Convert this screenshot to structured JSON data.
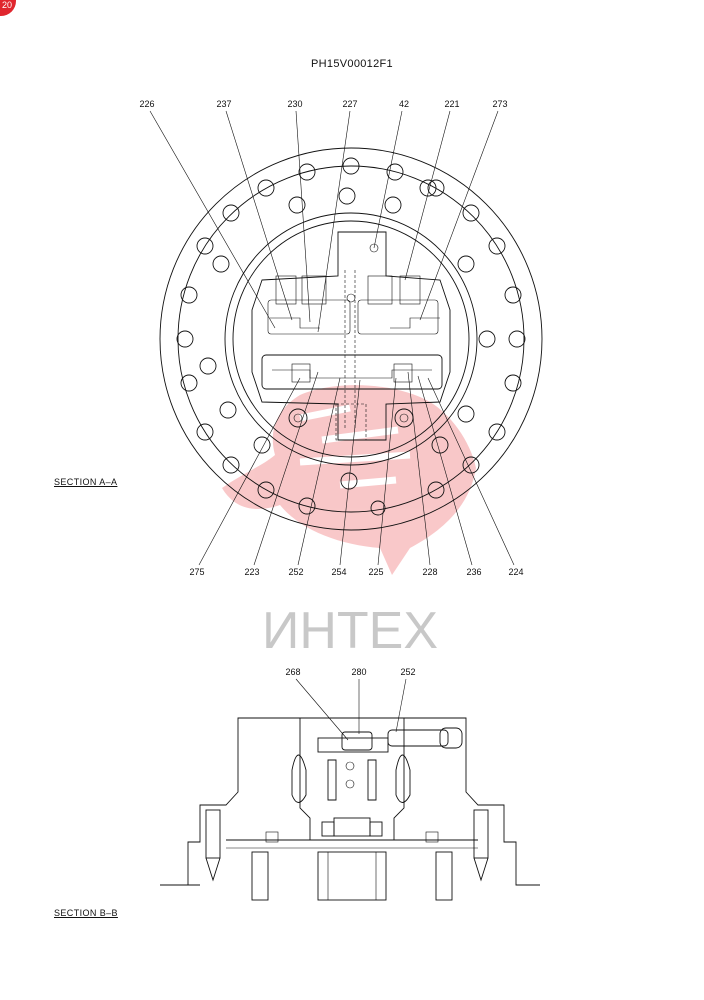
{
  "badge": "20",
  "drawing_id": "PH15V00012F1",
  "section_a": {
    "label": "SECTION  A–A",
    "top_callouts": [
      "226",
      "237",
      "230",
      "227",
      "42",
      "221",
      "273"
    ],
    "bottom_callouts": [
      "275",
      "223",
      "252",
      "254",
      "225",
      "228",
      "236",
      "224"
    ]
  },
  "section_b": {
    "label": "SECTION  B–B",
    "callouts": [
      "268",
      "280",
      "252"
    ]
  },
  "watermark": {
    "text": "ИНТЕХ",
    "logo_color": "#e8383e"
  }
}
